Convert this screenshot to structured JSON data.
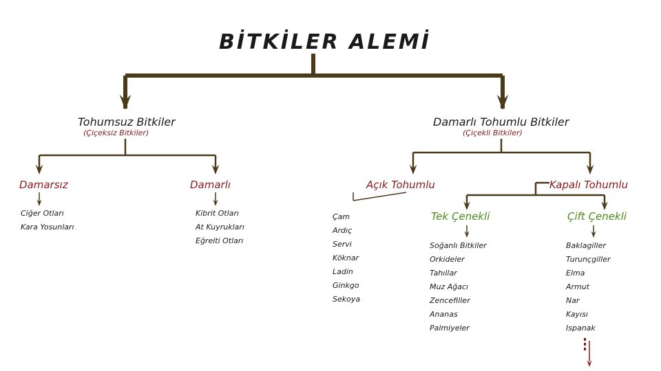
{
  "title": "BİTKİLER ALEMİ",
  "colors": {
    "line": "#4a3a1a",
    "red": "#8b1a1a",
    "green": "#4a8a1a",
    "text": "#1a1a1a"
  },
  "seedless": {
    "label": "Tohumsuz Bitkiler",
    "sub": "(Çiçeksiz Bitkiler)",
    "nonvascular": {
      "label": "Damarsız",
      "items": [
        "Ciğer Otları",
        "Kara Yosunları"
      ]
    },
    "vascular": {
      "label": "Damarlı",
      "items": [
        "Kibrit Otları",
        "At Kuyrukları",
        "Eğrelti Otları"
      ]
    }
  },
  "seeded": {
    "label": "Damarlı Tohumlu Bitkiler",
    "sub": "(Çiçekli Bitkiler)",
    "gymnosperms": {
      "label": "Açık Tohumlu",
      "items": [
        "Çam",
        "Ardıç",
        "Servi",
        "Köknar",
        "Ladin",
        "Ginkgo",
        "Sekoya"
      ]
    },
    "angiosperms": {
      "label": "Kapalı Tohumlu",
      "monocots": {
        "label": "Tek Çenekli",
        "items": [
          "Soğanlı Bitkiler",
          "Orkideler",
          "Tahıllar",
          "Muz Ağacı",
          "Zencefiller",
          "Ananas",
          "Palmiyeler"
        ]
      },
      "dicots": {
        "label": "Çift Çenekli",
        "items": [
          "Baklagiller",
          "Turunçgiller",
          "Elma",
          "Armut",
          "Nar",
          "Kayısı",
          "Ispanak"
        ]
      }
    }
  }
}
